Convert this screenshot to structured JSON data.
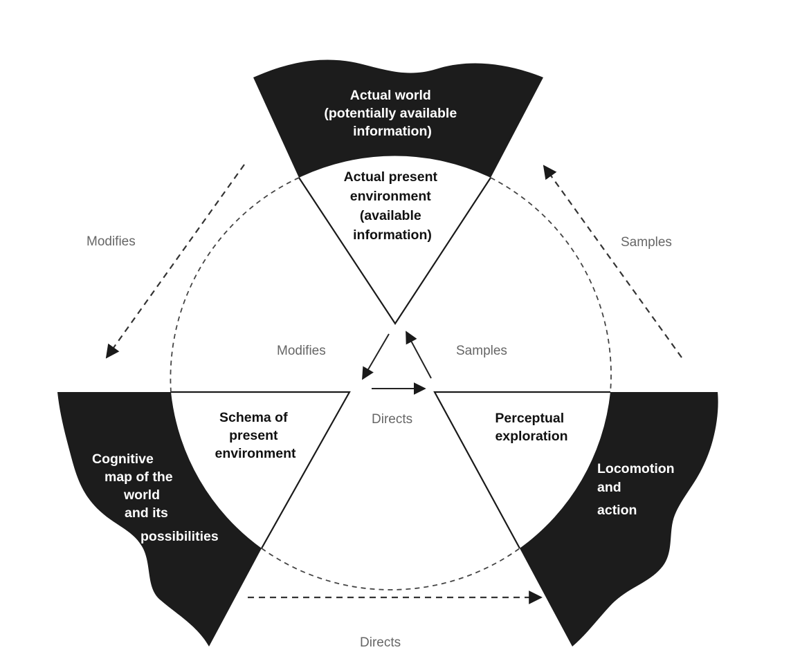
{
  "colors": {
    "dark_region": "#1c1c1c",
    "background": "#ffffff",
    "arrow_label": "#666666"
  },
  "regions": {
    "actual_world": [
      "Actual world",
      "(potentially available",
      "information)"
    ],
    "actual_present_environment": [
      "Actual present",
      "environment",
      "(available",
      "information)"
    ],
    "schema": [
      "Schema of",
      "present",
      "environment"
    ],
    "cognitive_map": [
      "Cognitive",
      "map of the",
      "world",
      "and its",
      "possibilities"
    ],
    "perceptual_exploration": [
      "Perceptual",
      "exploration"
    ],
    "locomotion": [
      "Locomotion",
      "and",
      "action"
    ]
  },
  "arrows": {
    "outer_modifies": "Modifies",
    "outer_samples": "Samples",
    "inner_modifies": "Modifies",
    "inner_samples": "Samples",
    "inner_directs": "Directs",
    "outer_directs": "Directs"
  }
}
